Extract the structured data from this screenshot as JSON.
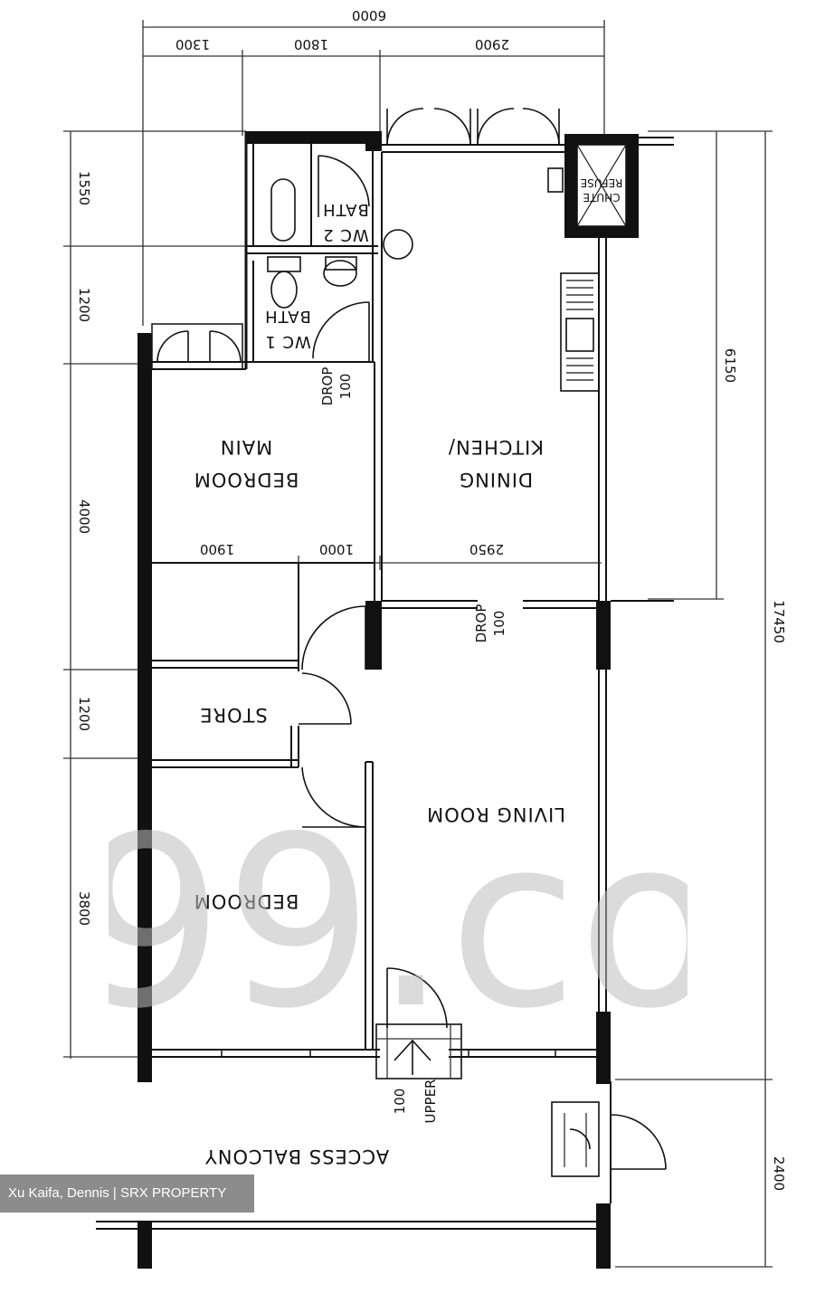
{
  "rooms": {
    "main_bedroom": [
      "MAIN",
      "BEDROOM"
    ],
    "kitchen_dining": [
      "KITCHEN/",
      "DINING"
    ],
    "bath_wc_2": [
      "BATH",
      "WC 2"
    ],
    "bath_wc_1": [
      "BATH",
      "WC 1"
    ],
    "refuse_chute": [
      "REFUSE",
      "CHUTE"
    ],
    "store": "STORE",
    "living_room": "LIVING ROOM",
    "bedroom": "BEDROOM",
    "access_balcony": "ACCESS BALCONY"
  },
  "annotations": {
    "drop_100_a": [
      "DROP",
      "100"
    ],
    "drop_100_b": [
      "DROP",
      "100"
    ],
    "upper_100": [
      "UPPER",
      "100"
    ]
  },
  "dimensions": {
    "top_total": "6000",
    "top_segments": [
      "1300",
      "1800",
      "2900"
    ],
    "left_segments": [
      "1550",
      "1200",
      "4000",
      "1200",
      "3800"
    ],
    "right_kitchen": "6150",
    "right_total": "17450",
    "right_balcony": "2400",
    "mid_segments": [
      "1900",
      "1000",
      "2950"
    ]
  },
  "watermark": "99.co",
  "agent_credit": "Xu Kaifa, Dennis | SRX PROPERTY"
}
